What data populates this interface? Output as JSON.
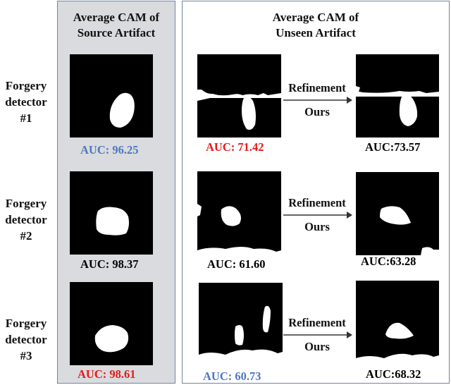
{
  "headers": {
    "source_line1": "Average CAM of",
    "source_line2": "Source Artifact",
    "unseen_line1": "Average CAM of",
    "unseen_line2": "Unseen Artifact"
  },
  "rows": [
    {
      "label_line1": "Forgery",
      "label_line2": "detector",
      "label_line3": "#1",
      "source_auc": "AUC: 96.25",
      "source_auc_color": "#4f77c0",
      "unseen_auc": "AUC: 71.42",
      "unseen_auc_color": "#e41b1b",
      "refined_auc": "AUC:73.57",
      "refined_auc_color": "#000000",
      "arrow_top": "Refinement",
      "arrow_bottom": "Ours"
    },
    {
      "label_line1": "Forgery",
      "label_line2": "detector",
      "label_line3": "#2",
      "source_auc": "AUC: 98.37",
      "source_auc_color": "#000000",
      "unseen_auc": "AUC: 61.60",
      "unseen_auc_color": "#000000",
      "refined_auc": "AUC:63.28",
      "refined_auc_color": "#000000",
      "arrow_top": "Refinement",
      "arrow_bottom": "Ours"
    },
    {
      "label_line1": "Forgery",
      "label_line2": "detector",
      "label_line3": "#3",
      "source_auc": "AUC: 98.61",
      "source_auc_color": "#e41b1b",
      "unseen_auc": "AUC: 60.73",
      "unseen_auc_color": "#4f77c0",
      "refined_auc": "AUC:68.32",
      "refined_auc_color": "#000000",
      "arrow_top": "Refinement",
      "arrow_bottom": "Ours"
    }
  ]
}
